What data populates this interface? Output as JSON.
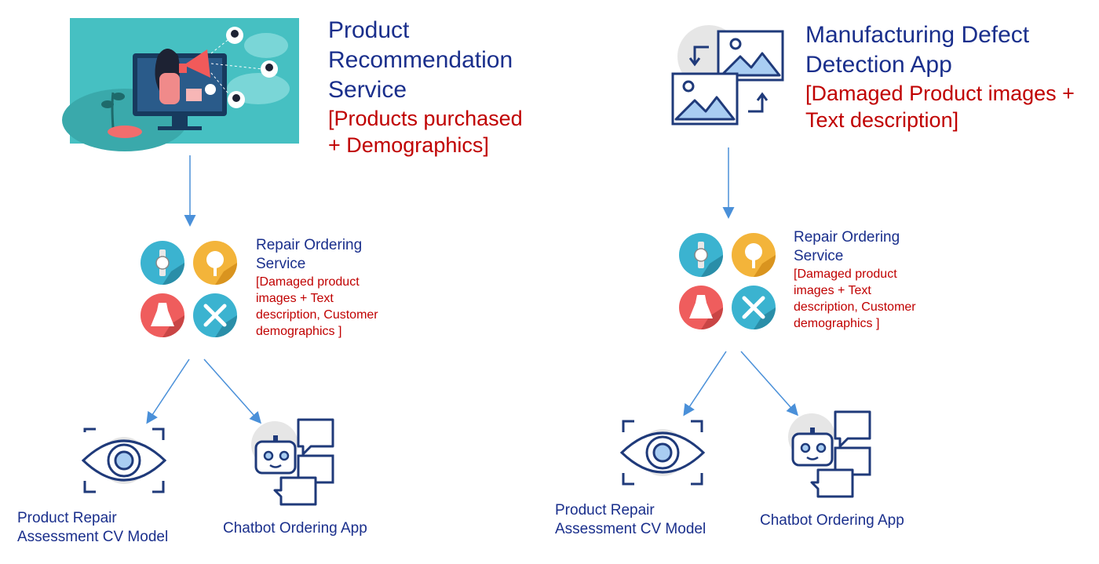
{
  "left": {
    "top": {
      "title": [
        "Product",
        "Recommendation",
        "Service"
      ],
      "subtitle": [
        "[Products purchased",
        "+ Demographics]"
      ]
    },
    "middle": {
      "title": [
        "Repair Ordering",
        "Service"
      ],
      "subtitle": [
        "[Damaged product",
        "images + Text",
        "description, Customer",
        "demographics ]"
      ]
    },
    "bottom_left": {
      "label": [
        "Product Repair",
        "Assessment CV Model"
      ]
    },
    "bottom_right": {
      "label": [
        "Chatbot Ordering App"
      ]
    }
  },
  "right": {
    "top": {
      "title": [
        "Manufacturing Defect",
        "Detection App"
      ],
      "subtitle": [
        "[Damaged Product images +",
        "Text description]"
      ]
    },
    "middle": {
      "title": [
        "Repair Ordering",
        "Service"
      ],
      "subtitle": [
        "[Damaged product",
        "images + Text",
        "description, Customer",
        "demographics ]"
      ]
    },
    "bottom_left": {
      "label": [
        "Product Repair",
        "Assessment CV Model"
      ]
    },
    "bottom_right": {
      "label": [
        "Chatbot Ordering App"
      ]
    }
  },
  "colors": {
    "title": "#1a2f8c",
    "subtitle": "#c00000",
    "arrow": "#4a90d9",
    "icon_stroke": "#1f3a7a"
  },
  "icons": [
    "marketing-illustration",
    "image-transfer-icon",
    "watch-icon",
    "tree-icon",
    "dress-icon",
    "tools-icon",
    "eye-icon",
    "chatbot-icon"
  ]
}
